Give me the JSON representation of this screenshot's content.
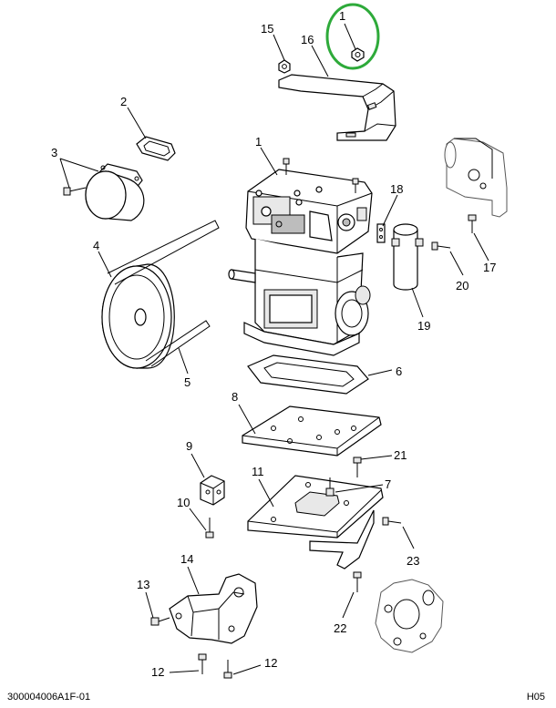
{
  "callouts": {
    "c1_top": "1",
    "c15": "15",
    "c16": "16",
    "c2": "2",
    "c3": "3",
    "c1_comp": "1",
    "c18": "18",
    "c17": "17",
    "c20": "20",
    "c19": "19",
    "c4": "4",
    "c5": "5",
    "c6": "6",
    "c8": "8",
    "c21": "21",
    "c9": "9",
    "c11": "11",
    "c7": "7",
    "c10": "10",
    "c23": "23",
    "c14": "14",
    "c13": "13",
    "c22": "22",
    "c12_left": "12",
    "c12_right": "12"
  },
  "highlight_color": "#2eaa3a",
  "footer": {
    "left": "300004006A1F-01",
    "right": "H05"
  }
}
